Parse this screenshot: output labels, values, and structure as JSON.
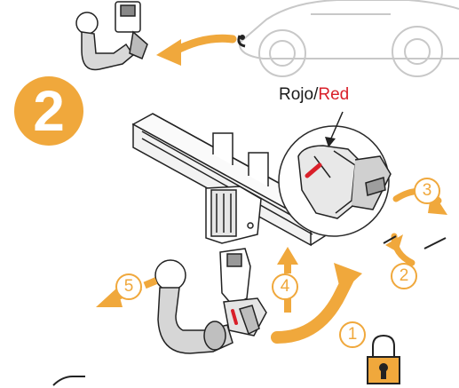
{
  "colors": {
    "accent": "#f0a83c",
    "red_marker": "#d9202a",
    "line": "#2a2a2a",
    "car_outline": "#c8c8c8"
  },
  "main_step": "2",
  "color_label": {
    "rojo": "Rojo",
    "separator": "/",
    "red": "Red"
  },
  "steps": [
    "1",
    "2",
    "3",
    "4",
    "5"
  ],
  "icons": [
    "car-outline",
    "tow-ball-hitch",
    "tow-bar-beam",
    "release-knob",
    "lock-icon"
  ]
}
